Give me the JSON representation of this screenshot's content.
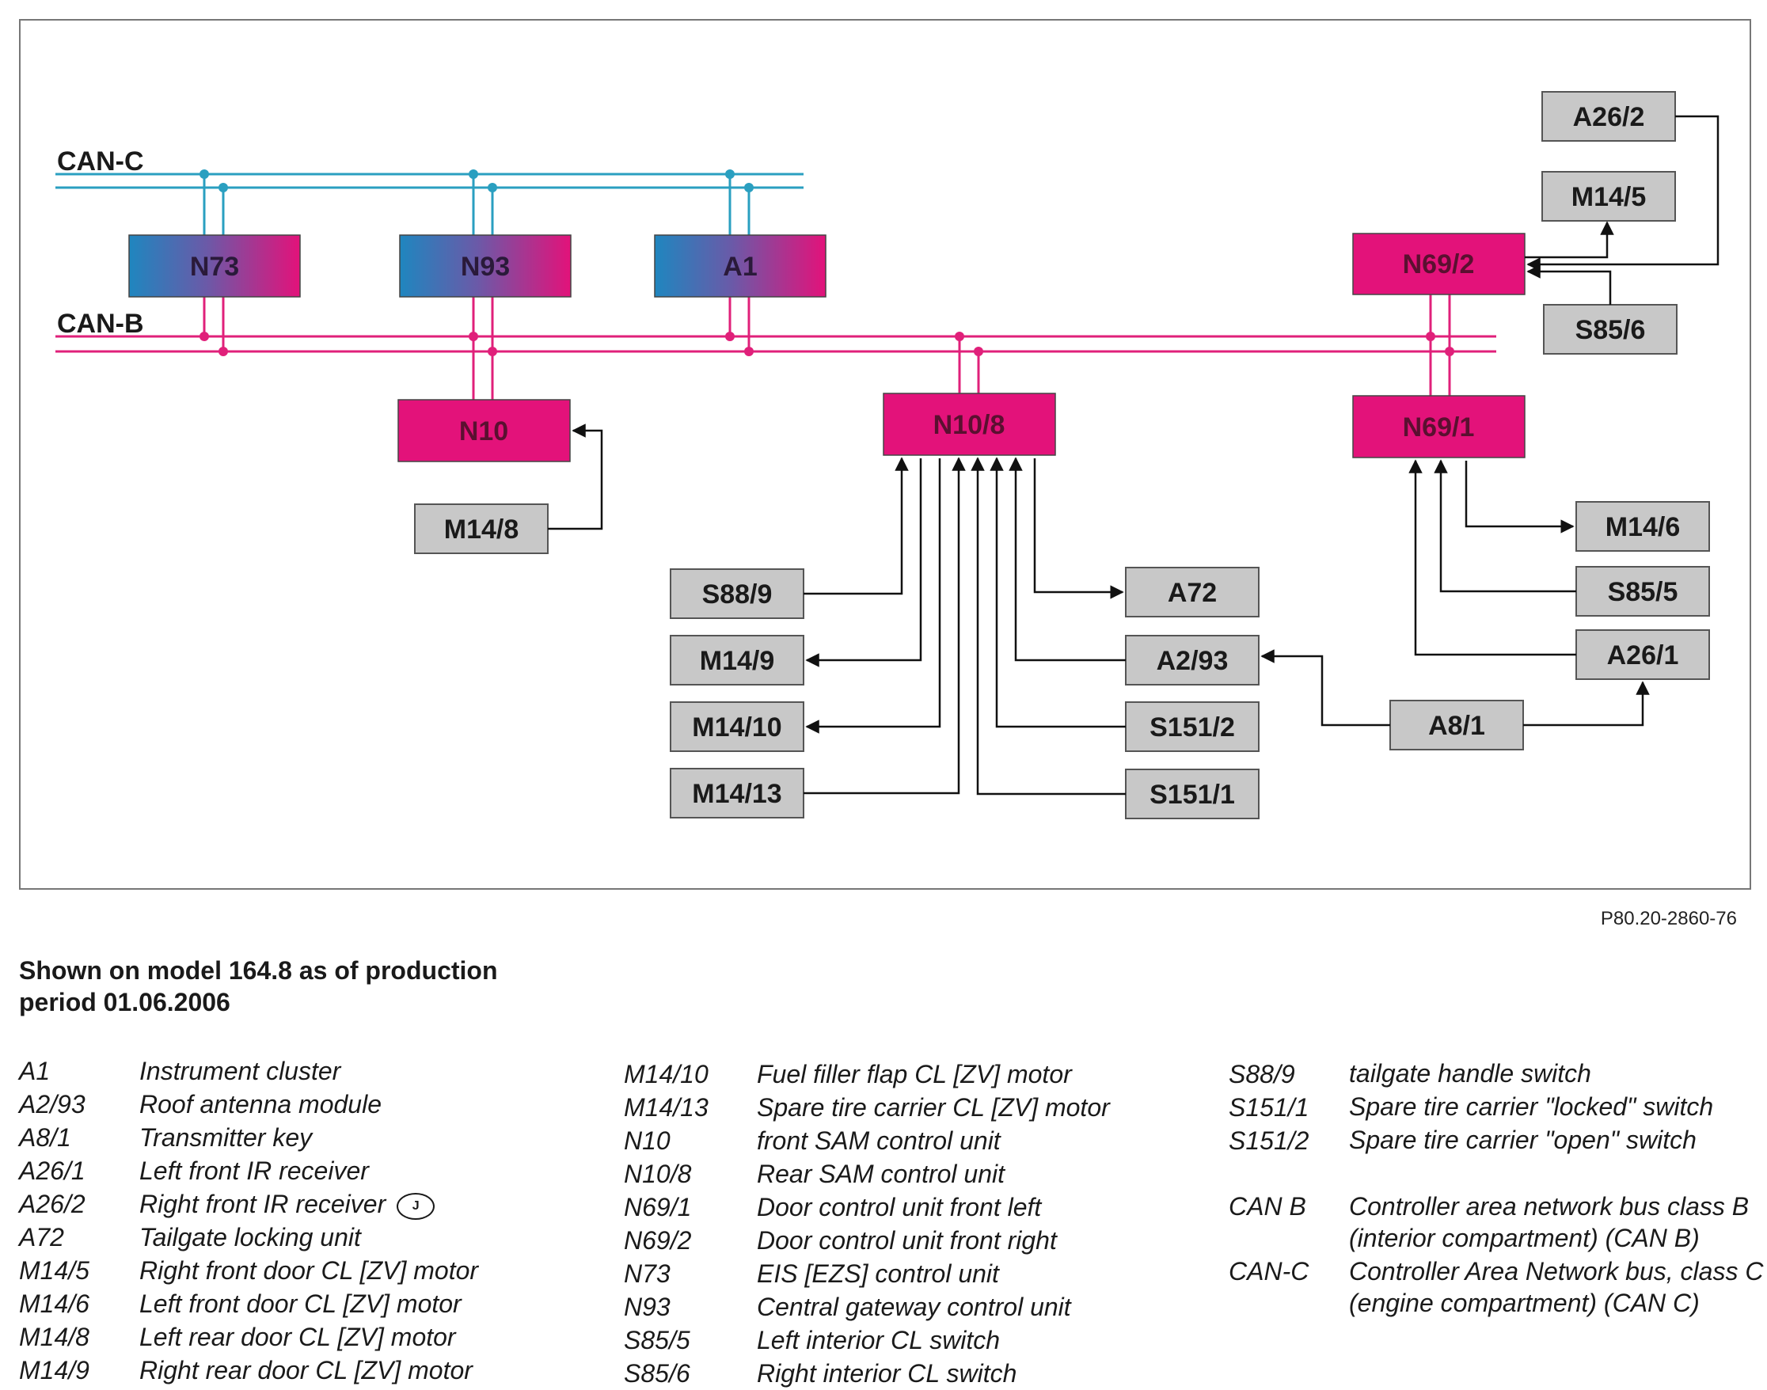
{
  "diagram": {
    "bus_labels": {
      "can_c": "CAN-C",
      "can_b": "CAN-B"
    },
    "boxes": {
      "n73": "N73",
      "n93": "N93",
      "a1": "A1",
      "n69_2": "N69/2",
      "n10": "N10",
      "n10_8": "N10/8",
      "n69_1": "N69/1",
      "a26_2": "A26/2",
      "m14_5": "M14/5",
      "s85_6": "S85/6",
      "m14_8": "M14/8",
      "s88_9": "S88/9",
      "m14_9": "M14/9",
      "m14_10": "M14/10",
      "m14_13": "M14/13",
      "a72": "A72",
      "a2_93": "A2/93",
      "s151_2": "S151/2",
      "s151_1": "S151/1",
      "a8_1": "A8/1",
      "m14_6": "M14/6",
      "s85_5": "S85/5",
      "a26_1": "A26/1"
    },
    "colors": {
      "can_c": "#2a9fc0",
      "can_b": "#e0207a",
      "module": "#e3127a",
      "gateway_left": "#1f86bf",
      "component": "#c8c8c8"
    }
  },
  "figure_ref": "P80.20-2860-76",
  "caption": "Shown on model 164.8 as of production period 01.06.2006",
  "legend_col1": [
    {
      "code": "A1",
      "desc": "Instrument cluster"
    },
    {
      "code": "A2/93",
      "desc": "Roof antenna module"
    },
    {
      "code": "A8/1",
      "desc": "Transmitter key"
    },
    {
      "code": "A26/1",
      "desc": "Left front IR receiver"
    },
    {
      "code": "A26/2",
      "desc": "Right front IR receiver"
    },
    {
      "code": "A72",
      "desc": "Tailgate locking unit"
    },
    {
      "code": "M14/5",
      "desc": "Right front door CL [ZV] motor"
    },
    {
      "code": "M14/6",
      "desc": "Left front door CL [ZV] motor"
    },
    {
      "code": "M14/8",
      "desc": "Left rear door CL [ZV] motor"
    },
    {
      "code": "M14/9",
      "desc": "Right rear door CL [ZV] motor"
    }
  ],
  "legend_col2": [
    {
      "code": "M14/10",
      "desc": "Fuel filler flap CL [ZV] motor"
    },
    {
      "code": "M14/13",
      "desc": "Spare tire carrier CL [ZV] motor"
    },
    {
      "code": "N10",
      "desc": "front SAM control unit"
    },
    {
      "code": "N10/8",
      "desc": "Rear SAM control unit"
    },
    {
      "code": "N69/1",
      "desc": "Door control unit front left"
    },
    {
      "code": "N69/2",
      "desc": "Door control unit front right"
    },
    {
      "code": "N73",
      "desc": "EIS [EZS] control unit"
    },
    {
      "code": "N93",
      "desc": "Central gateway control unit"
    },
    {
      "code": "S85/5",
      "desc": "Left interior CL switch"
    },
    {
      "code": "S85/6",
      "desc": "Right interior CL switch"
    }
  ],
  "legend_col3": [
    {
      "code": "S88/9",
      "desc": "tailgate handle switch"
    },
    {
      "code": "S151/1",
      "desc": "Spare tire carrier \"locked\" switch"
    },
    {
      "code": "S151/2",
      "desc": "Spare tire carrier \"open\" switch"
    },
    {
      "code": "CAN B",
      "desc": "Controller area network bus class B (interior compartment) (CAN B)"
    },
    {
      "code": "CAN-C",
      "desc": "Controller Area Network bus, class C (engine compartment) (CAN C)"
    }
  ],
  "j_icon": "J"
}
